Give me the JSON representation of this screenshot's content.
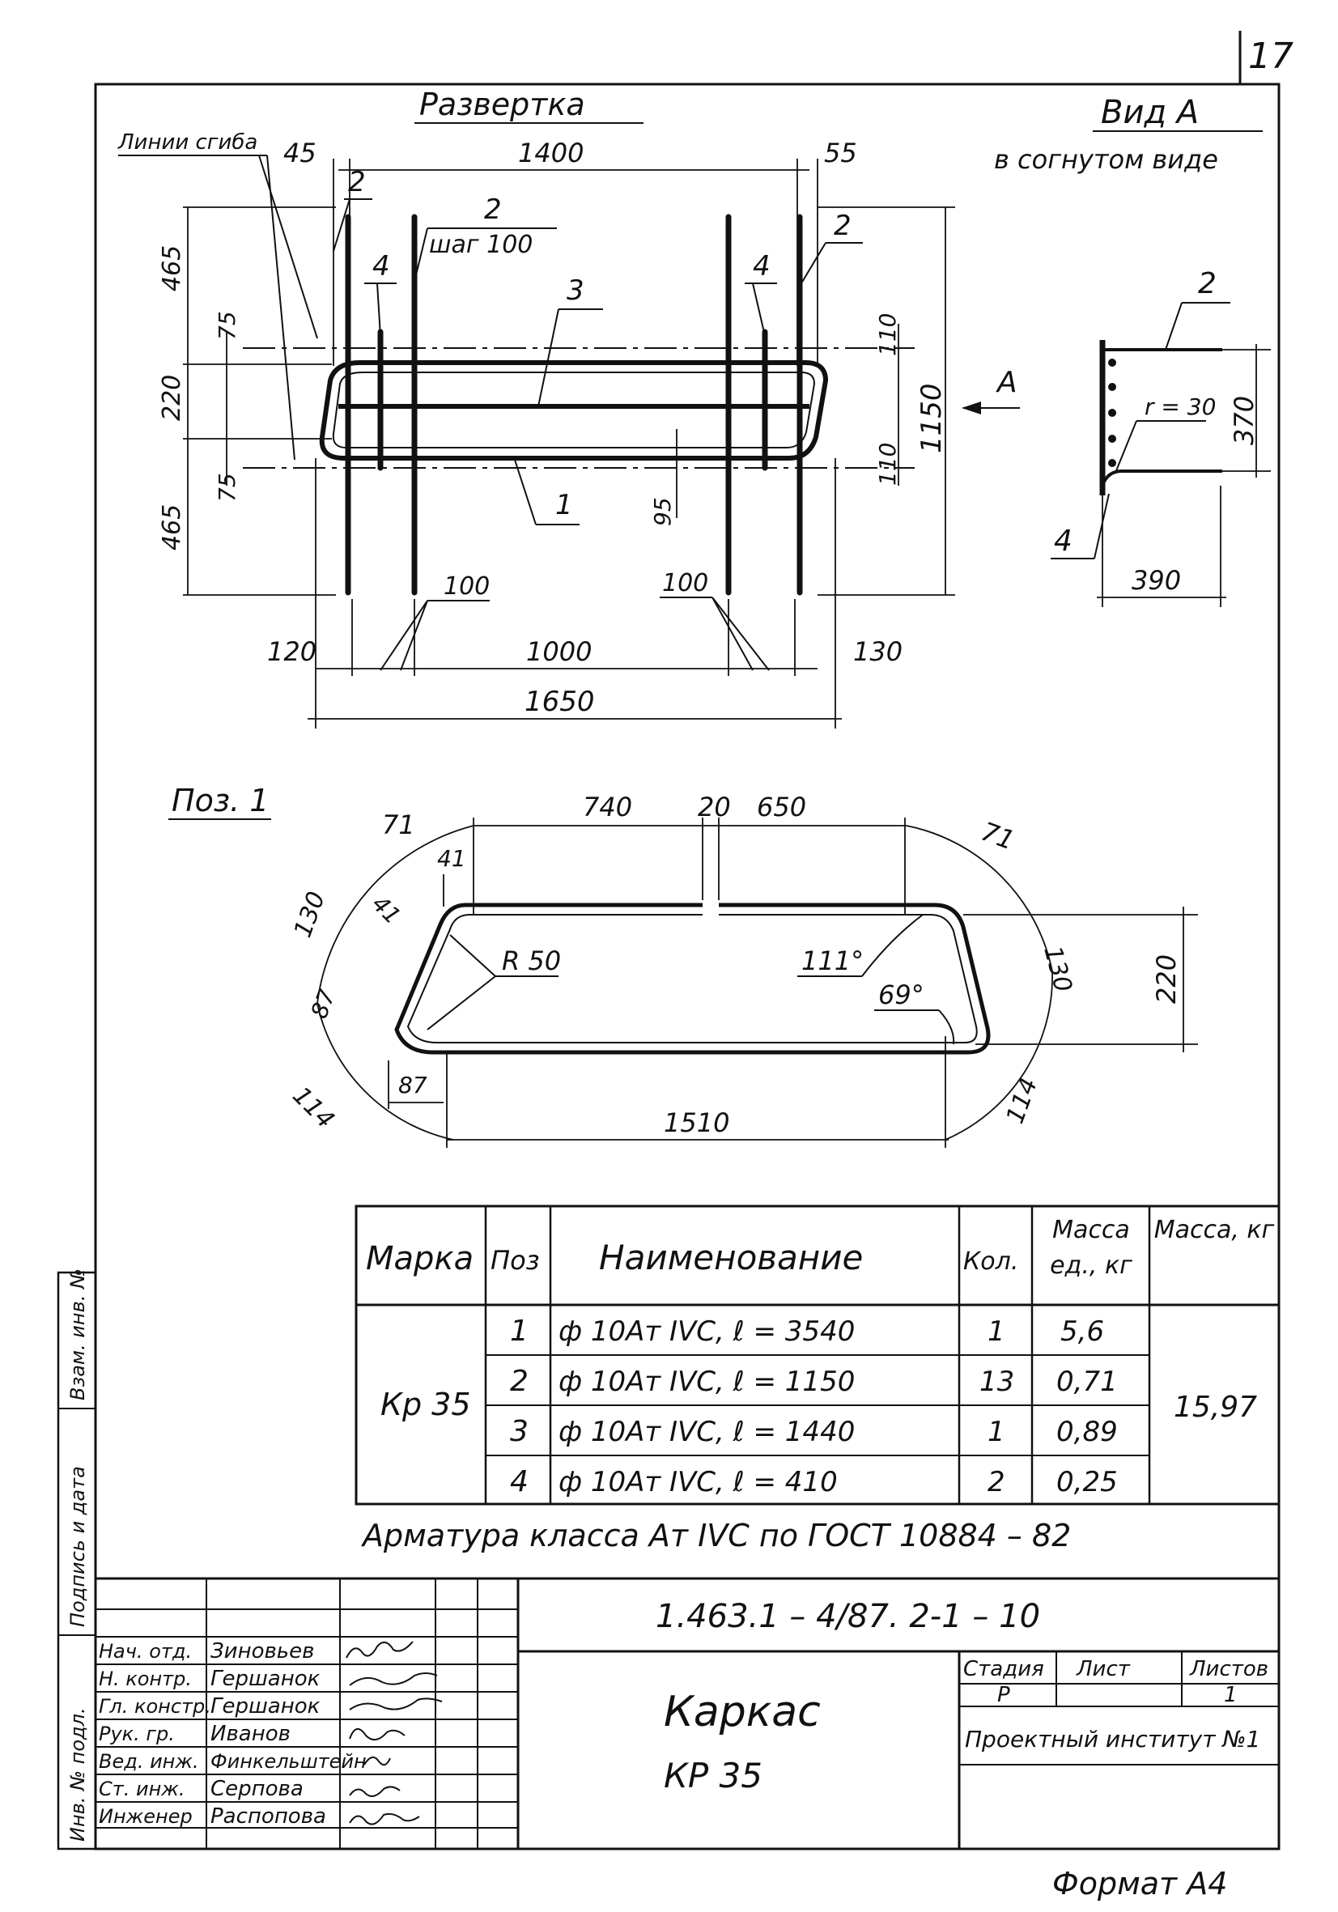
{
  "page_number": "17",
  "unfold": {
    "title": "Развертка",
    "bend_lines_label": "Линии сгиба",
    "dims": {
      "left_offset": "45",
      "top_length": "1400",
      "right_offset": "55",
      "left_top": "465",
      "left_75_top": "75",
      "left_220": "220",
      "left_75_bottom": "75",
      "left_bottom": "465",
      "right_110_top": "110",
      "right_110_bottom": "110",
      "overall_height": "1150",
      "spacing_95": "95",
      "spacing_left": "100",
      "spacing_right": "100",
      "bottom_left": "120",
      "bottom_mid": "1000",
      "bottom_right": "130",
      "overall_width": "1650"
    },
    "leaders": {
      "pos2_a": "2",
      "pos2_b": "2",
      "pos2_step_num": "2",
      "pos2_step_text": "шаг 100",
      "pos4_a": "4",
      "pos4_b": "4",
      "pos3": "3",
      "pos1": "1",
      "arrow_A": "A"
    }
  },
  "view_a": {
    "title": "Вид А",
    "subtitle": "в согнутом виде",
    "pos2": "2",
    "pos4": "4",
    "radius": "r = 30",
    "height": "370",
    "width": "390"
  },
  "pos1": {
    "title": "Поз. 1",
    "dims": {
      "c71_left": "71",
      "c41_top": "41",
      "c41_left": "41",
      "c130_left": "130",
      "c87_side": "87",
      "c114_left": "114",
      "c87_bottom": "87",
      "top_left": "740",
      "gap": "20",
      "top_right": "650",
      "c71_right": "71",
      "c130_right": "130",
      "height": "220",
      "bottom": "1510",
      "c114_right": "114",
      "radius": "R 50",
      "angle_obtuse": "111°",
      "angle_acute": "69°"
    }
  },
  "spec": {
    "headers": {
      "mark": "Марка",
      "pos": "Поз",
      "name": "Наименование",
      "qty": "Кол.",
      "unit_mass": "Масса ед., кг",
      "mass": "Масса, кг"
    },
    "mark": "Кр 35",
    "total_mass": "15,97",
    "rows": [
      {
        "pos": "1",
        "name": "ф 10Ат IVС,  ℓ = 3540",
        "qty": "1",
        "unit_mass": "5,6"
      },
      {
        "pos": "2",
        "name": "ф 10Ат IVС,  ℓ = 1150",
        "qty": "13",
        "unit_mass": "0,71"
      },
      {
        "pos": "3",
        "name": "ф 10Ат IVС,  ℓ = 1440",
        "qty": "1",
        "unit_mass": "0,89"
      },
      {
        "pos": "4",
        "name": "ф 10Ат IVС,  ℓ = 410",
        "qty": "2",
        "unit_mass": "0,25"
      }
    ],
    "note": "Арматура  класса  Ат IVС  по ГОСТ 10884 – 82"
  },
  "title_block": {
    "code": "1.463.1 – 4/87. 2-1 – 10",
    "name": "Каркас",
    "name_sub": "КР 35",
    "stage_label": "Стадия",
    "sheet_label": "Лист",
    "sheets_label": "Листов",
    "stage": "Р",
    "sheet": "",
    "sheets": "1",
    "org": "Проектный институт №1",
    "roles": [
      {
        "role": "Нач. отд.",
        "name": "Зиновьев"
      },
      {
        "role": "Н. контр.",
        "name": "Гершанок"
      },
      {
        "role": "Гл. констр.",
        "name": "Гершанок"
      },
      {
        "role": "Рук. гр.",
        "name": "Иванов"
      },
      {
        "role": "Вед. инж.",
        "name": "Финкельштейн"
      },
      {
        "role": "Ст. инж.",
        "name": "Серпова"
      },
      {
        "role": "Инженер",
        "name": "Распопова"
      }
    ]
  },
  "side_stamp": {
    "field1": "Взам. инв. №",
    "field2": "Подпись и дата",
    "field3": "Инв. № подл."
  },
  "format": "Формат А4"
}
